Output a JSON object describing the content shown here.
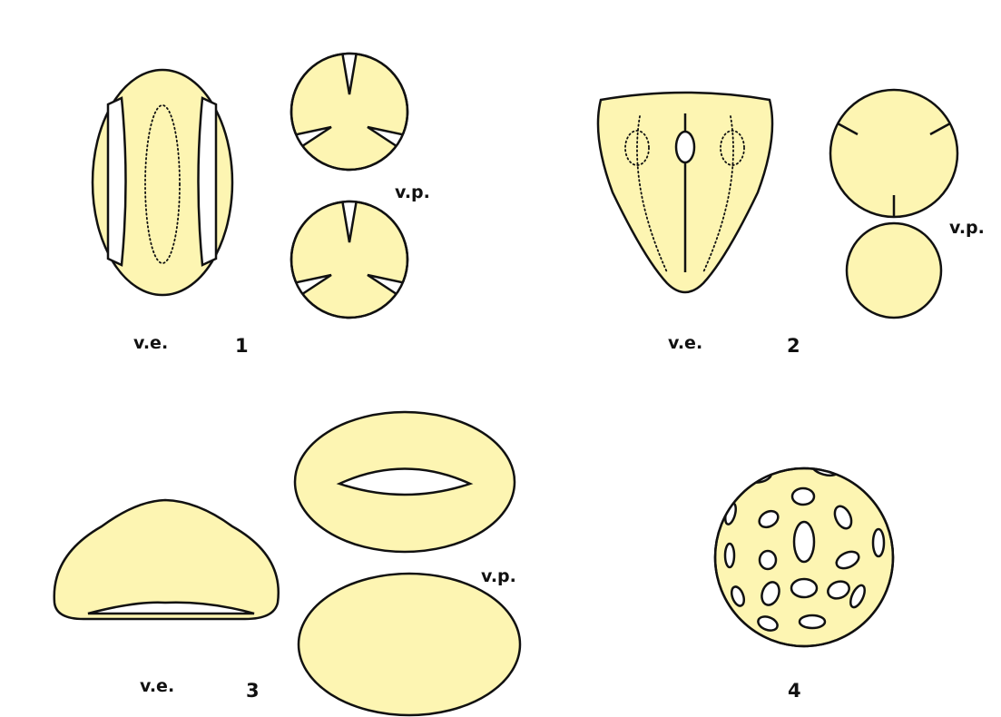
{
  "colors": {
    "grain_fill": "#fdf5b2",
    "outline": "#111111",
    "background": "#ffffff"
  },
  "figures": [
    {
      "number": "1",
      "equatorial_view_label": "v.e.",
      "polar_view_label": "v.p."
    },
    {
      "number": "2",
      "equatorial_view_label": "v.e.",
      "polar_view_label": "v.p."
    },
    {
      "number": "3",
      "equatorial_view_label": "v.e.",
      "polar_view_label": "v.p."
    },
    {
      "number": "4"
    }
  ]
}
